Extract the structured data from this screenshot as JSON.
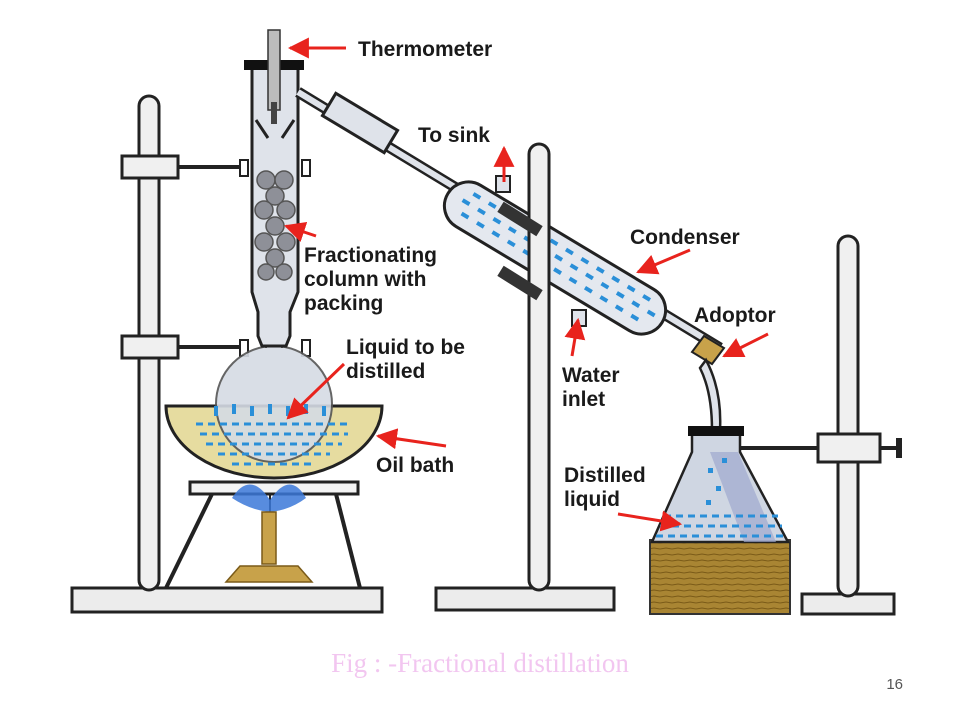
{
  "labels": {
    "thermometer": "Thermometer",
    "to_sink": "To sink",
    "fractionating_1": "Fractionating",
    "fractionating_2": "column with",
    "fractionating_3": "packing",
    "condenser": "Condenser",
    "adoptor": "Adoptor",
    "liquid_1": "Liquid to be",
    "liquid_2": "distilled",
    "water_1": "Water",
    "water_2": "inlet",
    "oil_bath": "Oil bath",
    "distilled_1": "Distilled",
    "distilled_2": "liquid"
  },
  "caption": "Fig : -Fractional distillation",
  "page_number": "16",
  "colors": {
    "arrow": "#e8231d",
    "glass": "#c9cdd6",
    "water": "#2a8fd8",
    "oil": "#e6dca0",
    "stand": "#e8e8e8",
    "wood": "#9c7a2c",
    "flame": "#3b78d8",
    "caption": "#f2c6f0"
  }
}
